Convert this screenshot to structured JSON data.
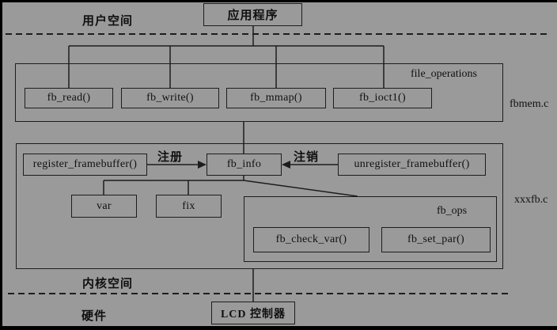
{
  "colors": {
    "background": "#9a9a9a",
    "line": "#1d1d1d",
    "text": "#101010"
  },
  "regions": {
    "user_space_label": "用户空间",
    "kernel_space_label": "内核空间",
    "hardware_label": "硬件"
  },
  "top": {
    "application": "应用程序"
  },
  "fbmem": {
    "file_label": "fbmem.c",
    "struct_label": "file_operations",
    "functions": [
      "fb_read()",
      "fb_write()",
      "fb_mmap()",
      "fb_ioct1()"
    ]
  },
  "xxxfb": {
    "file_label": "xxxfb.c",
    "register_fn": "register_framebuffer()",
    "unregister_fn": "unregister_framebuffer()",
    "register_arrow_label": "注册",
    "unregister_arrow_label": "注销",
    "fb_info": "fb_info",
    "var": "var",
    "fix": "fix",
    "fb_ops": {
      "struct_label": "fb_ops",
      "functions": [
        "fb_check_var()",
        "fb_set_par()"
      ]
    }
  },
  "hardware": {
    "lcd_controller": "LCD 控制器"
  }
}
